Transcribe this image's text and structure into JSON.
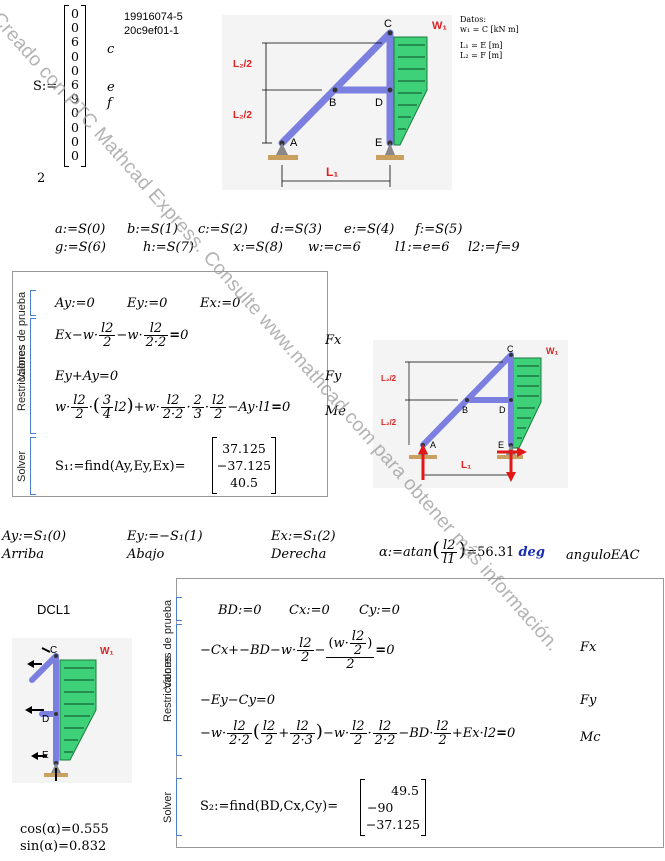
{
  "watermark": "Creado con PTC Mathcad Express. Consulte www.mathcad.com para obtener más información.",
  "s_vector": {
    "lhs": "S:=",
    "values": [
      "0",
      "0",
      "6",
      "0",
      "0",
      "6",
      "9",
      "0",
      "0",
      "0",
      "0"
    ],
    "annotations": {
      "c": "c",
      "e": "e",
      "f": "f"
    }
  },
  "ids": {
    "line1": "19916074-5",
    "line2": "20c9ef01-1"
  },
  "loose_number": "2",
  "datos": {
    "title": "Datos:",
    "w1": "w₁ = C [kN m]",
    "l1": "L₁ = E [m]",
    "l2": "L₂ = F [m]"
  },
  "figure_labels": {
    "C": "C",
    "B": "B",
    "D": "D",
    "A": "A",
    "E": "E",
    "w1": "W₁",
    "l2half": "L₂/2",
    "l1": "L₁"
  },
  "assign_row1": [
    "a:=S(0)",
    "b:=S(1)",
    "c:=S(2)",
    "d:=S(3)",
    "e:=S(4)",
    "f:=S(5)"
  ],
  "assign_row2": [
    "g:=S(6)",
    "h:=S(7)",
    "x:=S(8)",
    "w:=c=6",
    "l1:=e=6",
    "l2:=f=9"
  ],
  "block1": {
    "restr_label": "Restricciones",
    "valores_label": "Valores de prueba",
    "solver_label": "Solver",
    "guesses": [
      "Ay:=0",
      "Ey:=0",
      "Ex:=0"
    ],
    "eq1_tag": "Fx",
    "eq2": "Ey+Ay=0",
    "eq2_tag": "Fy",
    "eq3_tag": "Me",
    "find": "S₁:=find(Ay,Ey,Ex)=",
    "result": [
      "37.125",
      "−37.125",
      "40.5"
    ]
  },
  "results1": {
    "ay": "Ay:=S₁(0)",
    "ey": "Ey:=−S₁(1)",
    "ex": "Ex:=S₁(2)",
    "ay_dir": "Arriba",
    "ey_dir": "Abajo",
    "ex_dir": "Derecha",
    "alpha_lhs": "α:=atan",
    "alpha_val": "=56.31",
    "alpha_unit": "deg",
    "alpha_note": "anguloEAC"
  },
  "dcl1": {
    "title": "DCL1",
    "C": "C",
    "D": "D",
    "E": "E",
    "w1": "W₁"
  },
  "trig": {
    "cos": "cos(α)=0.555",
    "sin": "sin(α)=0.832"
  },
  "block2": {
    "restr_label": "Restricciones",
    "valores_label": "Valores de prueba",
    "solver_label": "Solver",
    "guesses": [
      "BD:=0",
      "Cx:=0",
      "Cy:=0"
    ],
    "eq1_tag": "Fx",
    "eq2": "−Ey−Cy=0",
    "eq2_tag": "Fy",
    "eq3_tag": "Mc",
    "find": "S₂:=find(BD,Cx,Cy)=",
    "result": [
      "49.5",
      "−90",
      "−37.125"
    ]
  }
}
